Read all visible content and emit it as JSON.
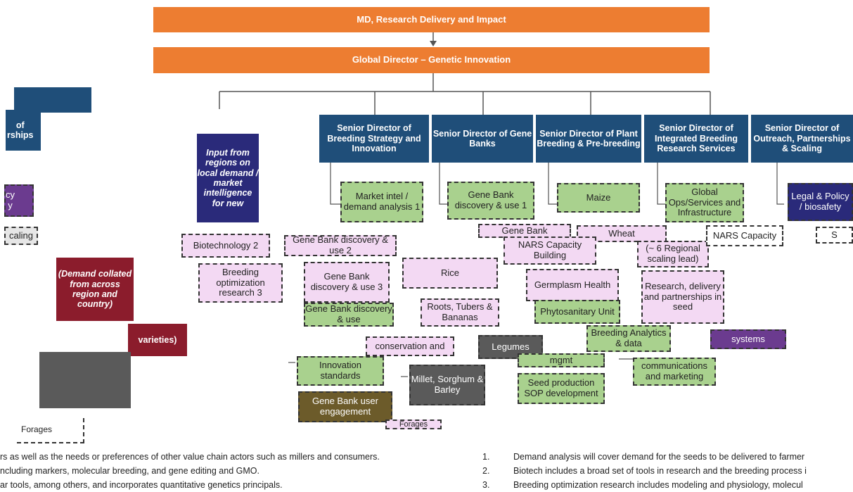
{
  "top": {
    "md": "MD, Research Delivery and Impact",
    "global_director": "Global Director – Genetic Innovation"
  },
  "senior_directors": [
    "Senior Director of Breeding Strategy and Innovation",
    "Senior Director of Gene Banks",
    "Senior Director of Plant Breeding & Pre-breeding",
    "Senior Director of Integrated Breeding Research Services",
    "Senior Director of Outreach, Partnerships & Scaling"
  ],
  "left_partial": {
    "sd_fragment": "of\nrships",
    "row1": "cy\ny",
    "row2": "caling",
    "input_box": "Input from regions on local demand / market intelligence for new",
    "demand_box": "(Demand collated from across region and country)",
    "ecoregion": "varieties)"
  },
  "col1": [
    "Market intel / demand analysis 1",
    "Biotechnology 2",
    "Breeding optimization research 3"
  ],
  "col2": [
    "Gene Bank discovery & use 1",
    "Gene Bank discovery & use 2",
    "Gene Bank discovery & use 3",
    "Gene Bank discovery & use",
    "conservation and",
    "Innovation standards",
    "Gene Bank user engagement"
  ],
  "col3": [
    "Maize",
    "Gene Bank",
    "Rice",
    "Roots, Tubers & Bananas",
    "Legumes",
    "Millet, Sorghum & Barley",
    "Forages"
  ],
  "col4": [
    "Wheat",
    "NARS Capacity Building",
    "Germplasm Health",
    "Phytosanitary Unit",
    "mgmt",
    "Seed production SOP development"
  ],
  "col5": [
    "Global Ops/Services and Infrastructure",
    "(~ 6 Regional scaling lead)",
    "Research, delivery and partnerships in seed",
    "Breeding Analytics & data",
    "communications and marketing"
  ],
  "col6": [
    "Legal & Policy / biosafety",
    "NARS Capacity",
    "systems",
    "S"
  ],
  "forages_left": "Forages",
  "footnotes_left": [
    "rs as well as the needs or preferences of other value chain actors such as millers and consumers.",
    "ncluding markers, molecular breeding, and gene editing and GMO.",
    "ar tools, among others, and incorporates quantitative genetics principals."
  ],
  "footnotes_right": [
    {
      "num": "1.",
      "text": "Demand analysis will cover demand for the seeds to be delivered to farmer"
    },
    {
      "num": "2.",
      "text": "Biotech includes a broad set of tools in research and the breeding process i"
    },
    {
      "num": "3.",
      "text": "Breeding optimization research includes modeling and physiology, molecul"
    }
  ],
  "colors": {
    "orange": "#ed7d31",
    "navy": "#1f4e79",
    "pink": "#f3d9f3",
    "green": "#a9d18e"
  }
}
